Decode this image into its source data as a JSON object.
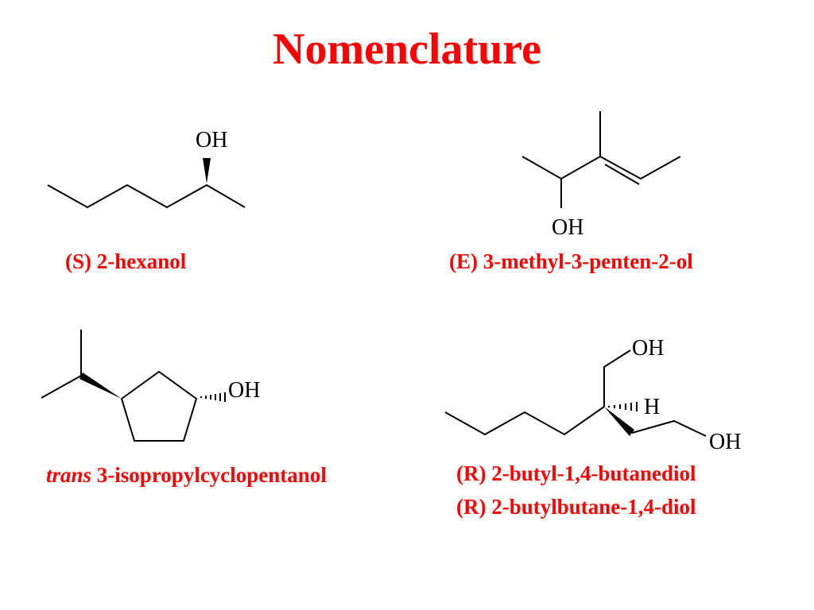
{
  "title": "Nomenclature",
  "colors": {
    "accent": "#ff0000",
    "structure": "#000000",
    "background": "#ffffff"
  },
  "molecules": [
    {
      "name": "(S) 2-hexanol",
      "labels": {
        "oh": "OH"
      }
    },
    {
      "name": "(E) 3-methyl-3-penten-2-ol",
      "labels": {
        "oh": "OH"
      }
    },
    {
      "prefix": "trans",
      "name": "3-isopropylcyclopentanol",
      "labels": {
        "oh": "OH"
      }
    },
    {
      "names": [
        "(R) 2-butyl-1,4-butanediol",
        "(R) 2-butylbutane-1,4-diol"
      ],
      "labels": {
        "oh_top": "OH",
        "h": "H",
        "oh_bottom": "OH"
      }
    }
  ]
}
